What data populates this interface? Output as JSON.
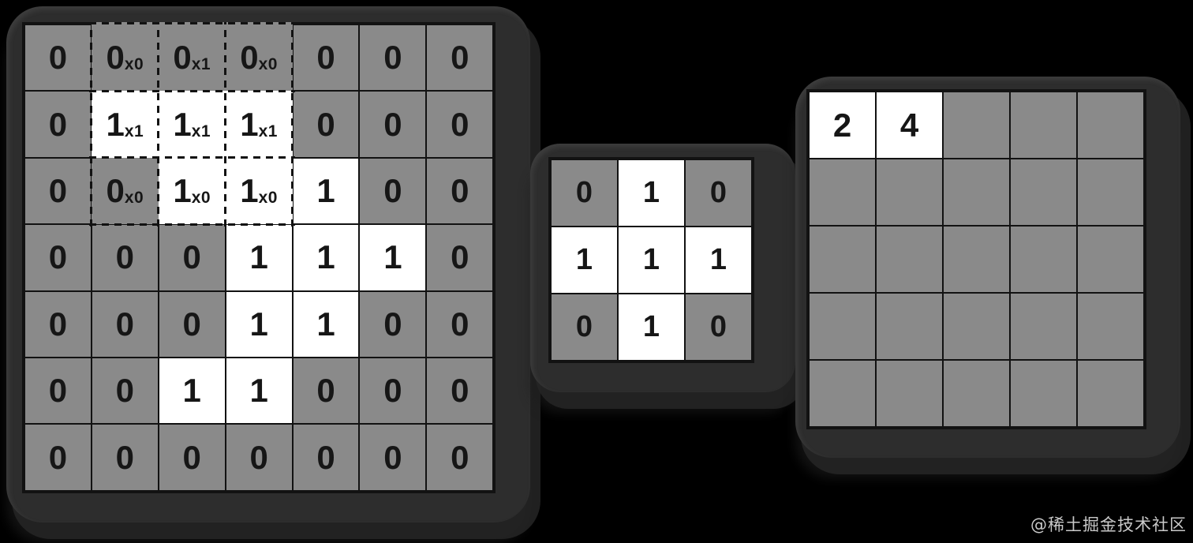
{
  "colors": {
    "background": "#000000",
    "panel": "#2d2d2d",
    "cell_gray": "#8a8a8a",
    "cell_white": "#ffffff",
    "grid_line": "#121212",
    "watermark": "#c9c9c9"
  },
  "watermark": {
    "text": "@稀土掘金技术社区"
  },
  "diagram": {
    "input_matrix": {
      "rows": 7,
      "cols": 7,
      "window": {
        "row": 0,
        "col": 1,
        "size": 3
      },
      "cells": [
        [
          {
            "v": "0"
          },
          {
            "v": "0",
            "sub": "x0"
          },
          {
            "v": "0",
            "sub": "x1"
          },
          {
            "v": "0",
            "sub": "x0"
          },
          {
            "v": "0"
          },
          {
            "v": "0"
          },
          {
            "v": "0"
          }
        ],
        [
          {
            "v": "0"
          },
          {
            "v": "1",
            "sub": "x1",
            "w": 1
          },
          {
            "v": "1",
            "sub": "x1",
            "w": 1
          },
          {
            "v": "1",
            "sub": "x1",
            "w": 1
          },
          {
            "v": "0"
          },
          {
            "v": "0"
          },
          {
            "v": "0"
          }
        ],
        [
          {
            "v": "0"
          },
          {
            "v": "0",
            "sub": "x0"
          },
          {
            "v": "1",
            "sub": "x0",
            "w": 1
          },
          {
            "v": "1",
            "sub": "x0",
            "w": 1
          },
          {
            "v": "1",
            "w": 1
          },
          {
            "v": "0"
          },
          {
            "v": "0"
          }
        ],
        [
          {
            "v": "0"
          },
          {
            "v": "0"
          },
          {
            "v": "0"
          },
          {
            "v": "1",
            "w": 1
          },
          {
            "v": "1",
            "w": 1
          },
          {
            "v": "1",
            "w": 1
          },
          {
            "v": "0"
          }
        ],
        [
          {
            "v": "0"
          },
          {
            "v": "0"
          },
          {
            "v": "0"
          },
          {
            "v": "1",
            "w": 1
          },
          {
            "v": "1",
            "w": 1
          },
          {
            "v": "0"
          },
          {
            "v": "0"
          }
        ],
        [
          {
            "v": "0"
          },
          {
            "v": "0"
          },
          {
            "v": "1",
            "w": 1
          },
          {
            "v": "1",
            "w": 1
          },
          {
            "v": "0"
          },
          {
            "v": "0"
          },
          {
            "v": "0"
          }
        ],
        [
          {
            "v": "0"
          },
          {
            "v": "0"
          },
          {
            "v": "0"
          },
          {
            "v": "0"
          },
          {
            "v": "0"
          },
          {
            "v": "0"
          },
          {
            "v": "0"
          }
        ]
      ]
    },
    "kernel_matrix": {
      "rows": 3,
      "cols": 3,
      "cells": [
        [
          {
            "v": "0"
          },
          {
            "v": "1",
            "w": 1
          },
          {
            "v": "0"
          }
        ],
        [
          {
            "v": "1",
            "w": 1
          },
          {
            "v": "1",
            "w": 1
          },
          {
            "v": "1",
            "w": 1
          }
        ],
        [
          {
            "v": "0"
          },
          {
            "v": "1",
            "w": 1
          },
          {
            "v": "0"
          }
        ]
      ]
    },
    "output_matrix": {
      "rows": 5,
      "cols": 5,
      "cells": [
        [
          {
            "v": "2",
            "w": 1
          },
          {
            "v": "4",
            "w": 1
          },
          {},
          {},
          {}
        ],
        [
          {},
          {},
          {},
          {},
          {}
        ],
        [
          {},
          {},
          {},
          {},
          {}
        ],
        [
          {},
          {},
          {},
          {},
          {}
        ],
        [
          {},
          {},
          {},
          {},
          {}
        ]
      ]
    }
  }
}
